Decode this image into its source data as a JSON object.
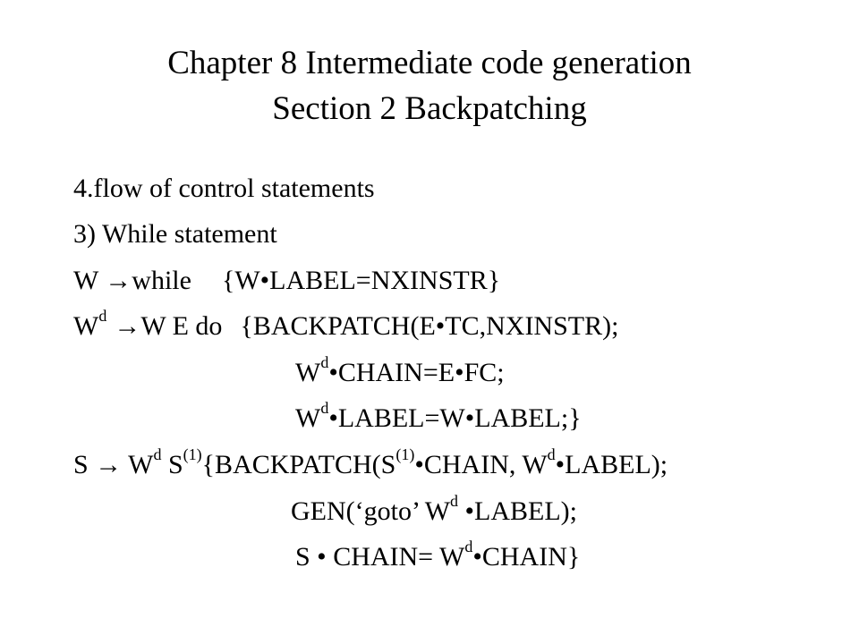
{
  "slide": {
    "title_line1": "Chapter 8 Intermediate code generation",
    "title_line2": "Section 2 Backpatching",
    "lines": {
      "l1": "4.flow of control statements",
      "l2": "3) While statement",
      "l3a": "W ",
      "l3arrow": "→",
      "l3b": "while",
      "l3c": "{W•LABEL=NXINSTR}",
      "l4a": "W",
      "l4sup": "d",
      "l4arrow": "→",
      "l4b": "W E do",
      "l4c": "{BACKPATCH(E•TC,NXINSTR);",
      "l5a": "W",
      "l5sup": "d",
      "l5b": "•CHAIN=E•FC;",
      "l6a": "W",
      "l6sup": "d",
      "l6b": "•LABEL=W•LABEL;}",
      "l7a": "S ",
      "l7arrow": "→",
      "l7b": " W",
      "l7sup1": "d",
      "l7c": " S",
      "l7sup2": "(1)",
      "l7d": "{BACKPATCH(S",
      "l7sup3": "(1)",
      "l7e": "•CHAIN, W",
      "l7sup4": "d",
      "l7f": "•LABEL);",
      "l8a": "GEN(‘goto’ W",
      "l8sup": "d",
      "l8b": " •LABEL);",
      "l9a": "S • CHAIN= W",
      "l9sup": "d",
      "l9b": "•CHAIN}"
    }
  }
}
